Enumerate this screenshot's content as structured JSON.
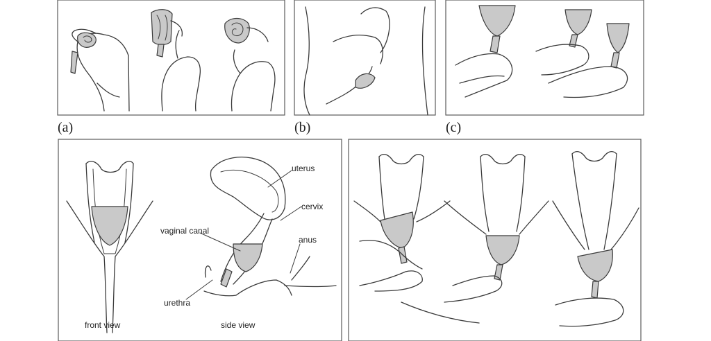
{
  "panels": {
    "a": {
      "letter": "(a)"
    },
    "b": {
      "letter": "(b)"
    },
    "c": {
      "letter": "(c)"
    }
  },
  "anatomy": {
    "uterus": "uterus",
    "cervix": "cervix",
    "vaginal_canal": "vaginal canal",
    "anus": "anus",
    "urethra": "urethra",
    "front_view": "front view",
    "side_view": "side view"
  },
  "colors": {
    "cup_fill": "#c9c9c9",
    "line": "#3a3a3a",
    "frame": "#5a5a5a"
  }
}
